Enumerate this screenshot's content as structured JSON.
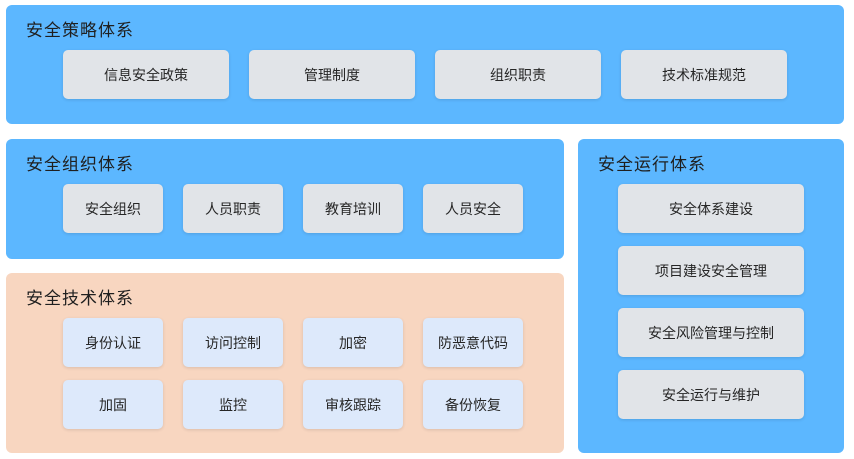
{
  "strategy": {
    "title": "安全策略体系",
    "items": [
      "信息安全政策",
      "管理制度",
      "组织职责",
      "技术标准规范"
    ]
  },
  "organization": {
    "title": "安全组织体系",
    "items": [
      "安全组织",
      "人员职责",
      "教育培训",
      "人员安全"
    ]
  },
  "technology": {
    "title": "安全技术体系",
    "items": [
      "身份认证",
      "访问控制",
      "加密",
      "防恶意代码",
      "加固",
      "监控",
      "审核跟踪",
      "备份恢复"
    ]
  },
  "operation": {
    "title": "安全运行体系",
    "items": [
      "安全体系建设",
      "项目建设安全管理",
      "安全风险管理与控制",
      "安全运行与维护"
    ]
  },
  "colors": {
    "panel_blue": "#5cb7ff",
    "panel_peach": "#f8d6c0",
    "item_gray": "#e1e4e8",
    "item_light_blue": "#dde9fb"
  }
}
